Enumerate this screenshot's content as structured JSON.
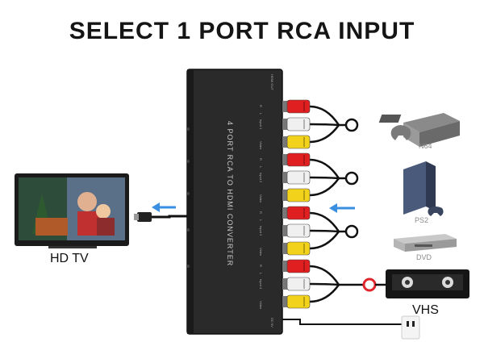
{
  "title": "SELECT 1 PORT RCA INPUT",
  "converter": {
    "label": "4 PORT RCA TO HDMI CONVERTER",
    "hdmi_out": "HDMI OUT",
    "dc_label": "DC 5V",
    "ports": [
      {
        "label": "Input 1",
        "channels": [
          "R",
          "L",
          "Video"
        ]
      },
      {
        "label": "Input 2",
        "channels": [
          "R",
          "L",
          "Video"
        ]
      },
      {
        "label": "Input 3",
        "channels": [
          "R",
          "L",
          "Video"
        ]
      },
      {
        "label": "Input 4",
        "channels": [
          "R",
          "L",
          "Video"
        ]
      }
    ]
  },
  "devices": {
    "tv": "HD TV",
    "n64": "N64",
    "ps2": "PS2",
    "dvd": "DVD",
    "vhs": "VHS"
  },
  "colors": {
    "accent_arrow": "#3a8fe0",
    "selected_ring": "#e0262c",
    "plug_red": "#e02020",
    "plug_white": "#f0f0f0",
    "plug_yellow": "#f2d21b"
  }
}
